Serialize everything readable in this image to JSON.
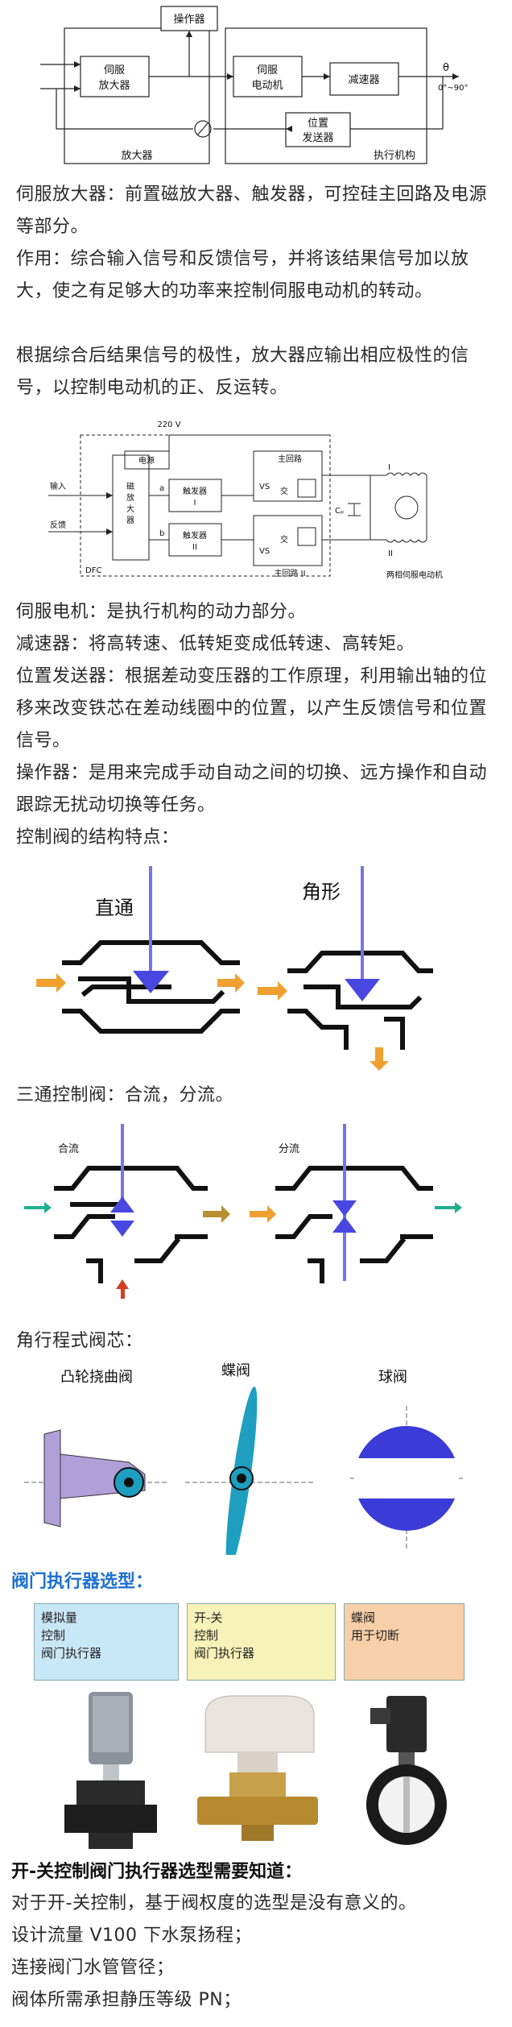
{
  "diagram1": {
    "operator": "操作器",
    "servo_amp": [
      "伺服",
      "放大器"
    ],
    "servo_motor": [
      "伺服",
      "电动机"
    ],
    "reducer": "减速器",
    "position_tx": [
      "位置",
      "发送器"
    ],
    "amplifier": "放大器",
    "actuator": "执行机构",
    "theta": "θ",
    "range": "0°~90°"
  },
  "para1": "伺服放大器：前置磁放大器、触发器，可控硅主回路及电源等部分。",
  "para2": "作用：综合输入信号和反馈信号，并将该结果信号加以放大，使之有足够大的功率来控制伺服电动机的转动。",
  "para3": "根据综合后结果信号的极性，放大器应输出相应极性的信号，以控制电动机的正、反运转。",
  "diagram2": {
    "voltage": "220 V",
    "power": "电源",
    "input": "输入",
    "feedback": "反馈",
    "mag_amp": [
      "磁",
      "放",
      "大",
      "器"
    ],
    "trigger1": [
      "触发器",
      "I"
    ],
    "trigger2": [
      "触发器",
      "II"
    ],
    "main_circuit": "主回路",
    "main_circuit2": "主回路 II",
    "vs": "VS",
    "ac": "交",
    "dfc": "DFC",
    "cp": "Cₚ",
    "one": "I",
    "two": "II",
    "motor": "两相伺服电动机",
    "a": "a",
    "b": "b"
  },
  "para4": "伺服电机：是执行机构的动力部分。",
  "para5": "减速器：将高转速、低转矩变成低转速、高转矩。",
  "para6": "位置发送器：根据差动变压器的工作原理，利用输出轴的位移来改变铁芯在差动线圈中的位置，以产生反馈信号和位置信号。",
  "para7": "操作器：是用来完成手动自动之间的切换、远方操作和自动跟踪无扰动切换等任务。",
  "para8": "控制阀的结构特点：",
  "valve_types": {
    "straight": "直通",
    "angle": "角形"
  },
  "para9": "三通控制阀：合流，分流。",
  "three_way": {
    "merge": "合流",
    "split": "分流"
  },
  "para10": "角行程式阀芯：",
  "angular": {
    "cam": "凸轮挠曲阀",
    "butterfly": "蝶阀",
    "ball": "球阀"
  },
  "selection_heading": "阀门执行器选型：",
  "selection_boxes": [
    {
      "lines": [
        "模拟量",
        "控制",
        "阀门执行器"
      ],
      "color": "#c9e8f7"
    },
    {
      "lines": [
        "开-关",
        "控制",
        "阀门执行器"
      ],
      "color": "#f7f2b8"
    },
    {
      "lines": [
        "蝶阀",
        "用于切断"
      ],
      "color": "#f7cfa8"
    }
  ],
  "onoff_heading": "开-关控制阀门执行器选型需要知道：",
  "para11": "对于开-关控制，基于阀权度的选型是没有意义的。",
  "para12": "设计流量 V100 下水泵扬程；",
  "para13": "连接阀门水管管径；",
  "para14": "阀体所需承担静压等级 PN；"
}
